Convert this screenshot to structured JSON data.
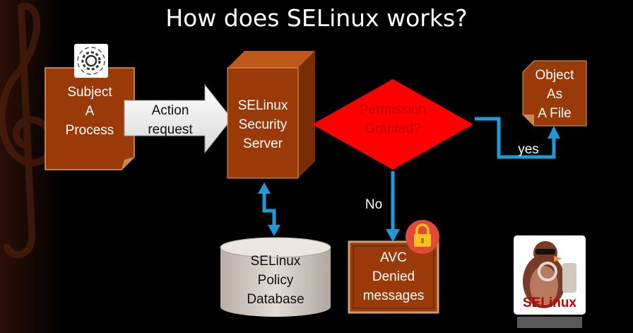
{
  "title": "How does SELinux works?",
  "nodes": {
    "subject": {
      "lines": [
        "Subject",
        "A",
        "Process"
      ]
    },
    "action": {
      "lines": [
        "Action",
        "request"
      ]
    },
    "server": {
      "lines": [
        "SELinux",
        "Security",
        "Server"
      ]
    },
    "permission": {
      "lines": [
        "Permission",
        "Granted?"
      ]
    },
    "object": {
      "lines": [
        "Object",
        "As",
        "A File"
      ]
    },
    "database": {
      "lines": [
        "SELinux",
        "Policy",
        "Database"
      ]
    },
    "avc": {
      "lines": [
        "AVC",
        "Denied",
        "messages"
      ]
    }
  },
  "edges": {
    "yes_label": "yes",
    "no_label": "No"
  },
  "logo": {
    "text": "SELinux"
  },
  "colors": {
    "box_fill": "#9a3a09",
    "arrow_blue": "#1e9ad8",
    "diamond_red": "#ff0000",
    "diamond_text": "#c00000",
    "cylinder": "#d4ccc4"
  }
}
